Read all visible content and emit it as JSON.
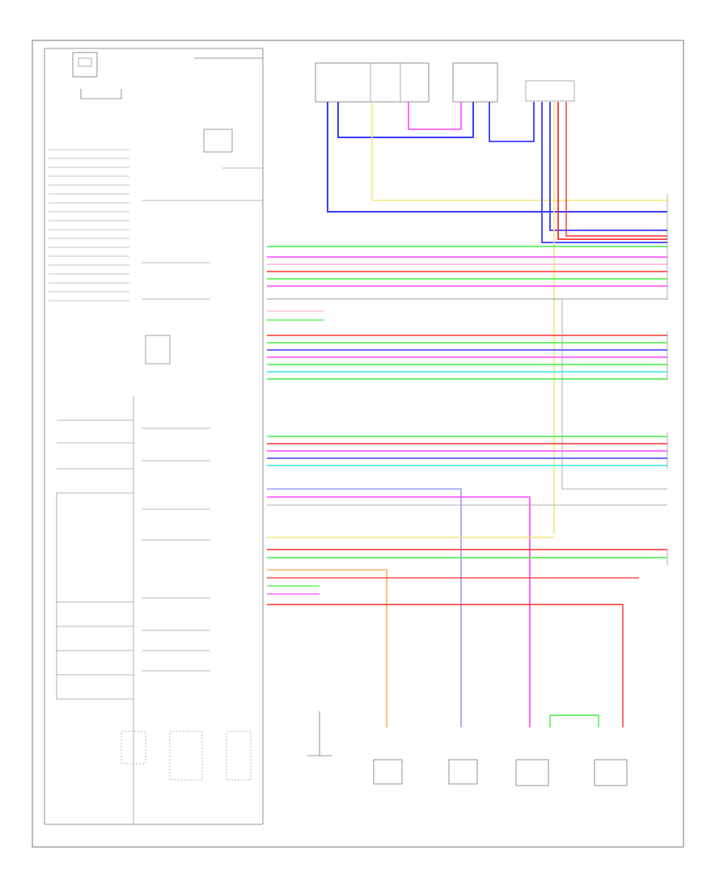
{
  "footer_left": "",
  "footer_corner": "",
  "wire_colors": {
    "blue": "#3b3bff",
    "magenta": "#ff44ff",
    "red": "#ff3030",
    "green": "#44ee44",
    "yellow": "#f2e67a",
    "cyan": "#33e6e6",
    "orange": "#ffb060",
    "lavender": "#9a9aff",
    "pink": "#ffb0d0",
    "gray": "#999999",
    "black": "#333333"
  },
  "right_bus_wires": [
    "yellow",
    "blue",
    "red",
    "red",
    "green",
    "magenta",
    "pink",
    "red",
    "green",
    "magenta",
    "gray"
  ],
  "middle_bus_wires": [
    "red",
    "green",
    "blue",
    "magenta",
    "green",
    "cyan",
    "green"
  ],
  "lower_bus_wires": [
    "green",
    "red",
    "magenta",
    "blue",
    "cyan"
  ],
  "bottom_bus_wires": [
    "red",
    "green",
    "red"
  ],
  "left_bus_wires": 18
}
